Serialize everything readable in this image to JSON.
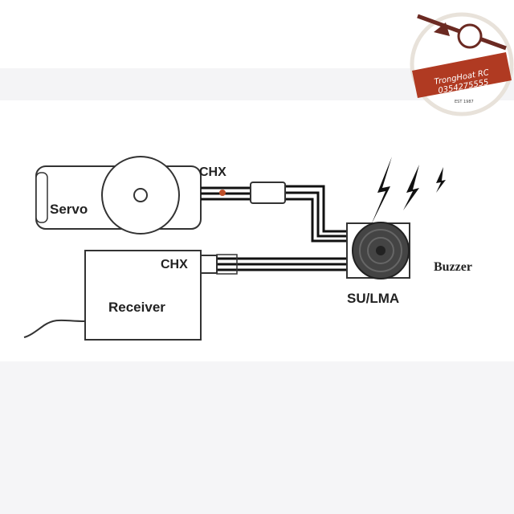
{
  "diagram": {
    "servo_label": "Servo",
    "servo_connector_label": "CHX",
    "receiver_label": "Receiver",
    "receiver_connector_label": "CHX",
    "module_label": "SU/LMA",
    "buzzer_label": "Buzzer"
  },
  "logo": {
    "brand": "TrongHoat RC",
    "phone": "0354275555",
    "est": "EST 1987",
    "color": "#b03a22"
  }
}
